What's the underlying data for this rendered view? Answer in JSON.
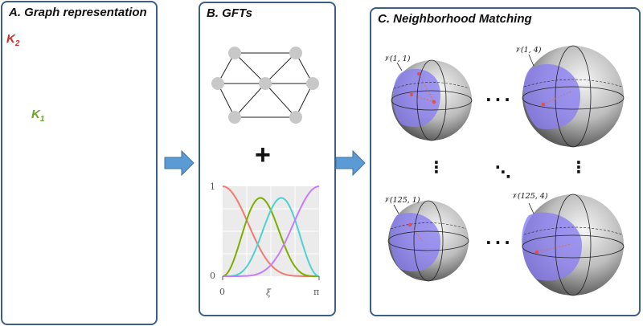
{
  "panels": {
    "a": {
      "title": "A. Graph representation"
    },
    "b": {
      "title": "B. GFTs"
    },
    "c": {
      "title": "C. Neighborhood Matching"
    }
  },
  "kernels": {
    "k2": "K",
    "k2_sub": "2",
    "k1": "K",
    "k1_sub": "1"
  },
  "plot": {
    "y_ticks": [
      "1",
      "0"
    ],
    "x_ticks": [
      "0",
      "ξ",
      "π"
    ]
  },
  "operator": "+",
  "neighborhoods": {
    "v11": "𝒱(1, 1)",
    "v14": "𝒱(1, 4)",
    "v1251": "𝒱(125, 1)",
    "v1254": "𝒱(125, 4)",
    "dots_h": "···",
    "dots_v": "⋮",
    "dots_d": "⋱"
  },
  "colors": {
    "panel_border": "#3b5f87",
    "arrow": "#5b9bd5",
    "k2": "#c9302c",
    "k1": "#6aa329",
    "curve_red": "#f07b72",
    "curve_green": "#7cae00",
    "curve_cyan": "#4fd1d1",
    "curve_purple": "#c77cff",
    "region": "#8a7ff0"
  }
}
